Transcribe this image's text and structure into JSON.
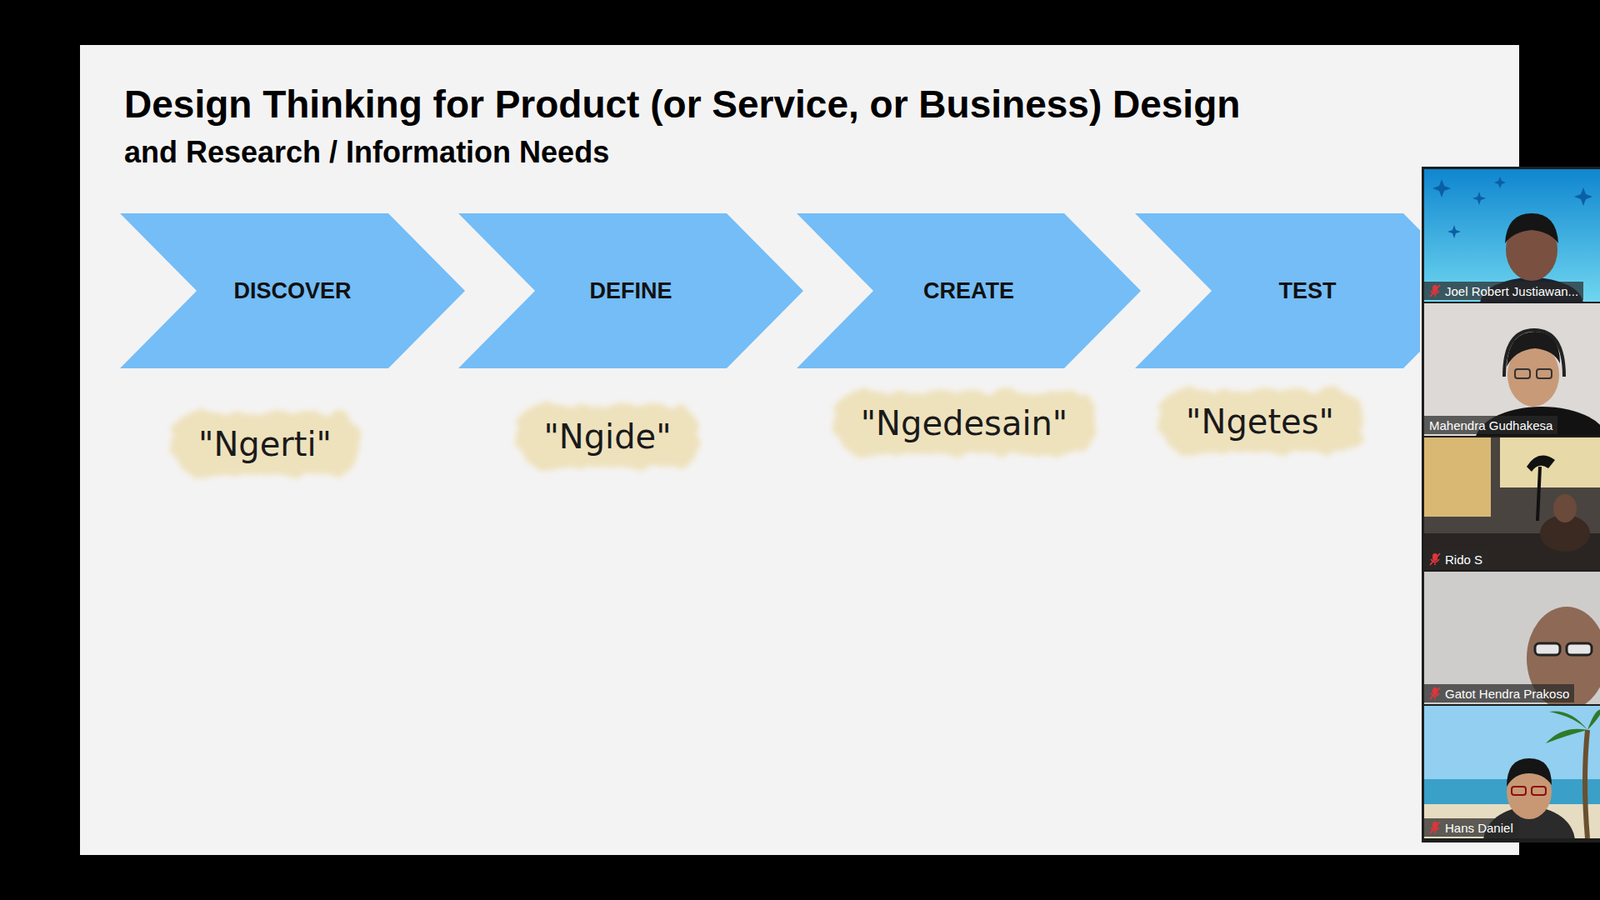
{
  "diagram": {
    "title": "Design Thinking for Product (or Service, or Business) Design",
    "nodes": [
      {
        "text": [
          "DISCOVER"
        ]
      },
      {
        "text": [
          "DEFINE"
        ]
      },
      {
        "text": [
          "CREATE"
        ]
      },
      {
        "text": [
          "TEST"
        ]
      },
      {
        "text": [
          "\"Ngerti\""
        ]
      },
      {
        "text": [
          "\"Ngide\""
        ]
      },
      {
        "text": [
          "\"Ngedesain\""
        ]
      },
      {
        "text": [
          "\"Ngetes\""
        ]
      }
    ],
    "labels": [
      "and Research / Information Needs",
      "Joel Robert Justiawan...",
      "Mahendra Gudhakesa",
      "Rido S",
      "Gatot Hendra Prakoso",
      "Hans Daniel"
    ]
  }
}
